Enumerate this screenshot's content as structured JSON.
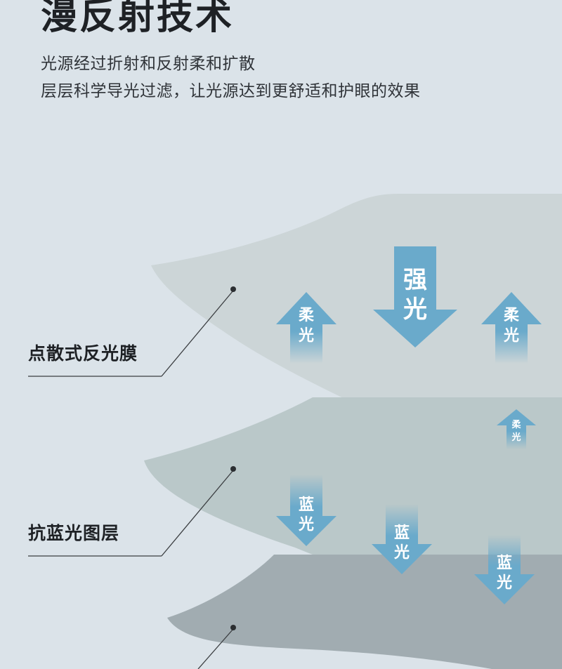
{
  "title": "漫反射技术",
  "subtitle_lines": [
    "光源经过折射和反射柔和扩散",
    "层层科学导光过滤，让光源达到更舒适和护眼的效果"
  ],
  "layers": [
    {
      "label": "点散式反光膜"
    },
    {
      "label": "抗蓝光图层"
    },
    {
      "label": ""
    }
  ],
  "arrows": {
    "strong_light": [
      "强",
      "光"
    ],
    "soft_light": [
      "柔",
      "光"
    ],
    "blue_light": [
      "蓝",
      "光"
    ]
  },
  "colors": {
    "background": "#dbe3e9",
    "layer_top": "#ccd5d7",
    "layer_mid": "#bac8c9",
    "layer_bottom": "#a1acb1",
    "arrow": "#6aaacb",
    "leader_line": "#3a3d40"
  }
}
